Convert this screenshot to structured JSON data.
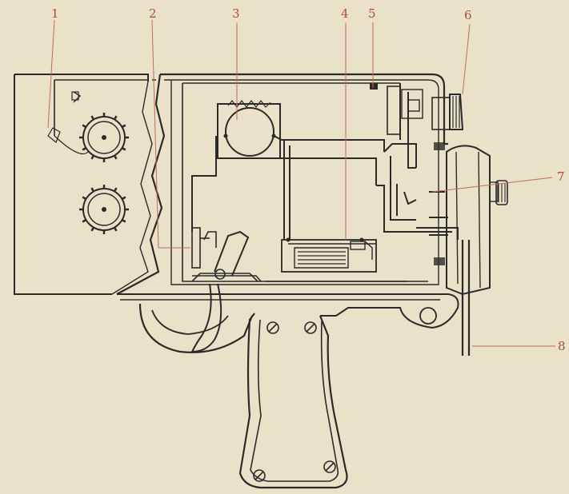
{
  "figure": {
    "labels": [
      "1",
      "2",
      "3",
      "4",
      "5",
      "6",
      "7",
      "8"
    ],
    "colors": {
      "paper": "#e9e2c9",
      "ink": "#2a2a2a",
      "label": "#b04a35",
      "leader": "#c56a55"
    }
  }
}
